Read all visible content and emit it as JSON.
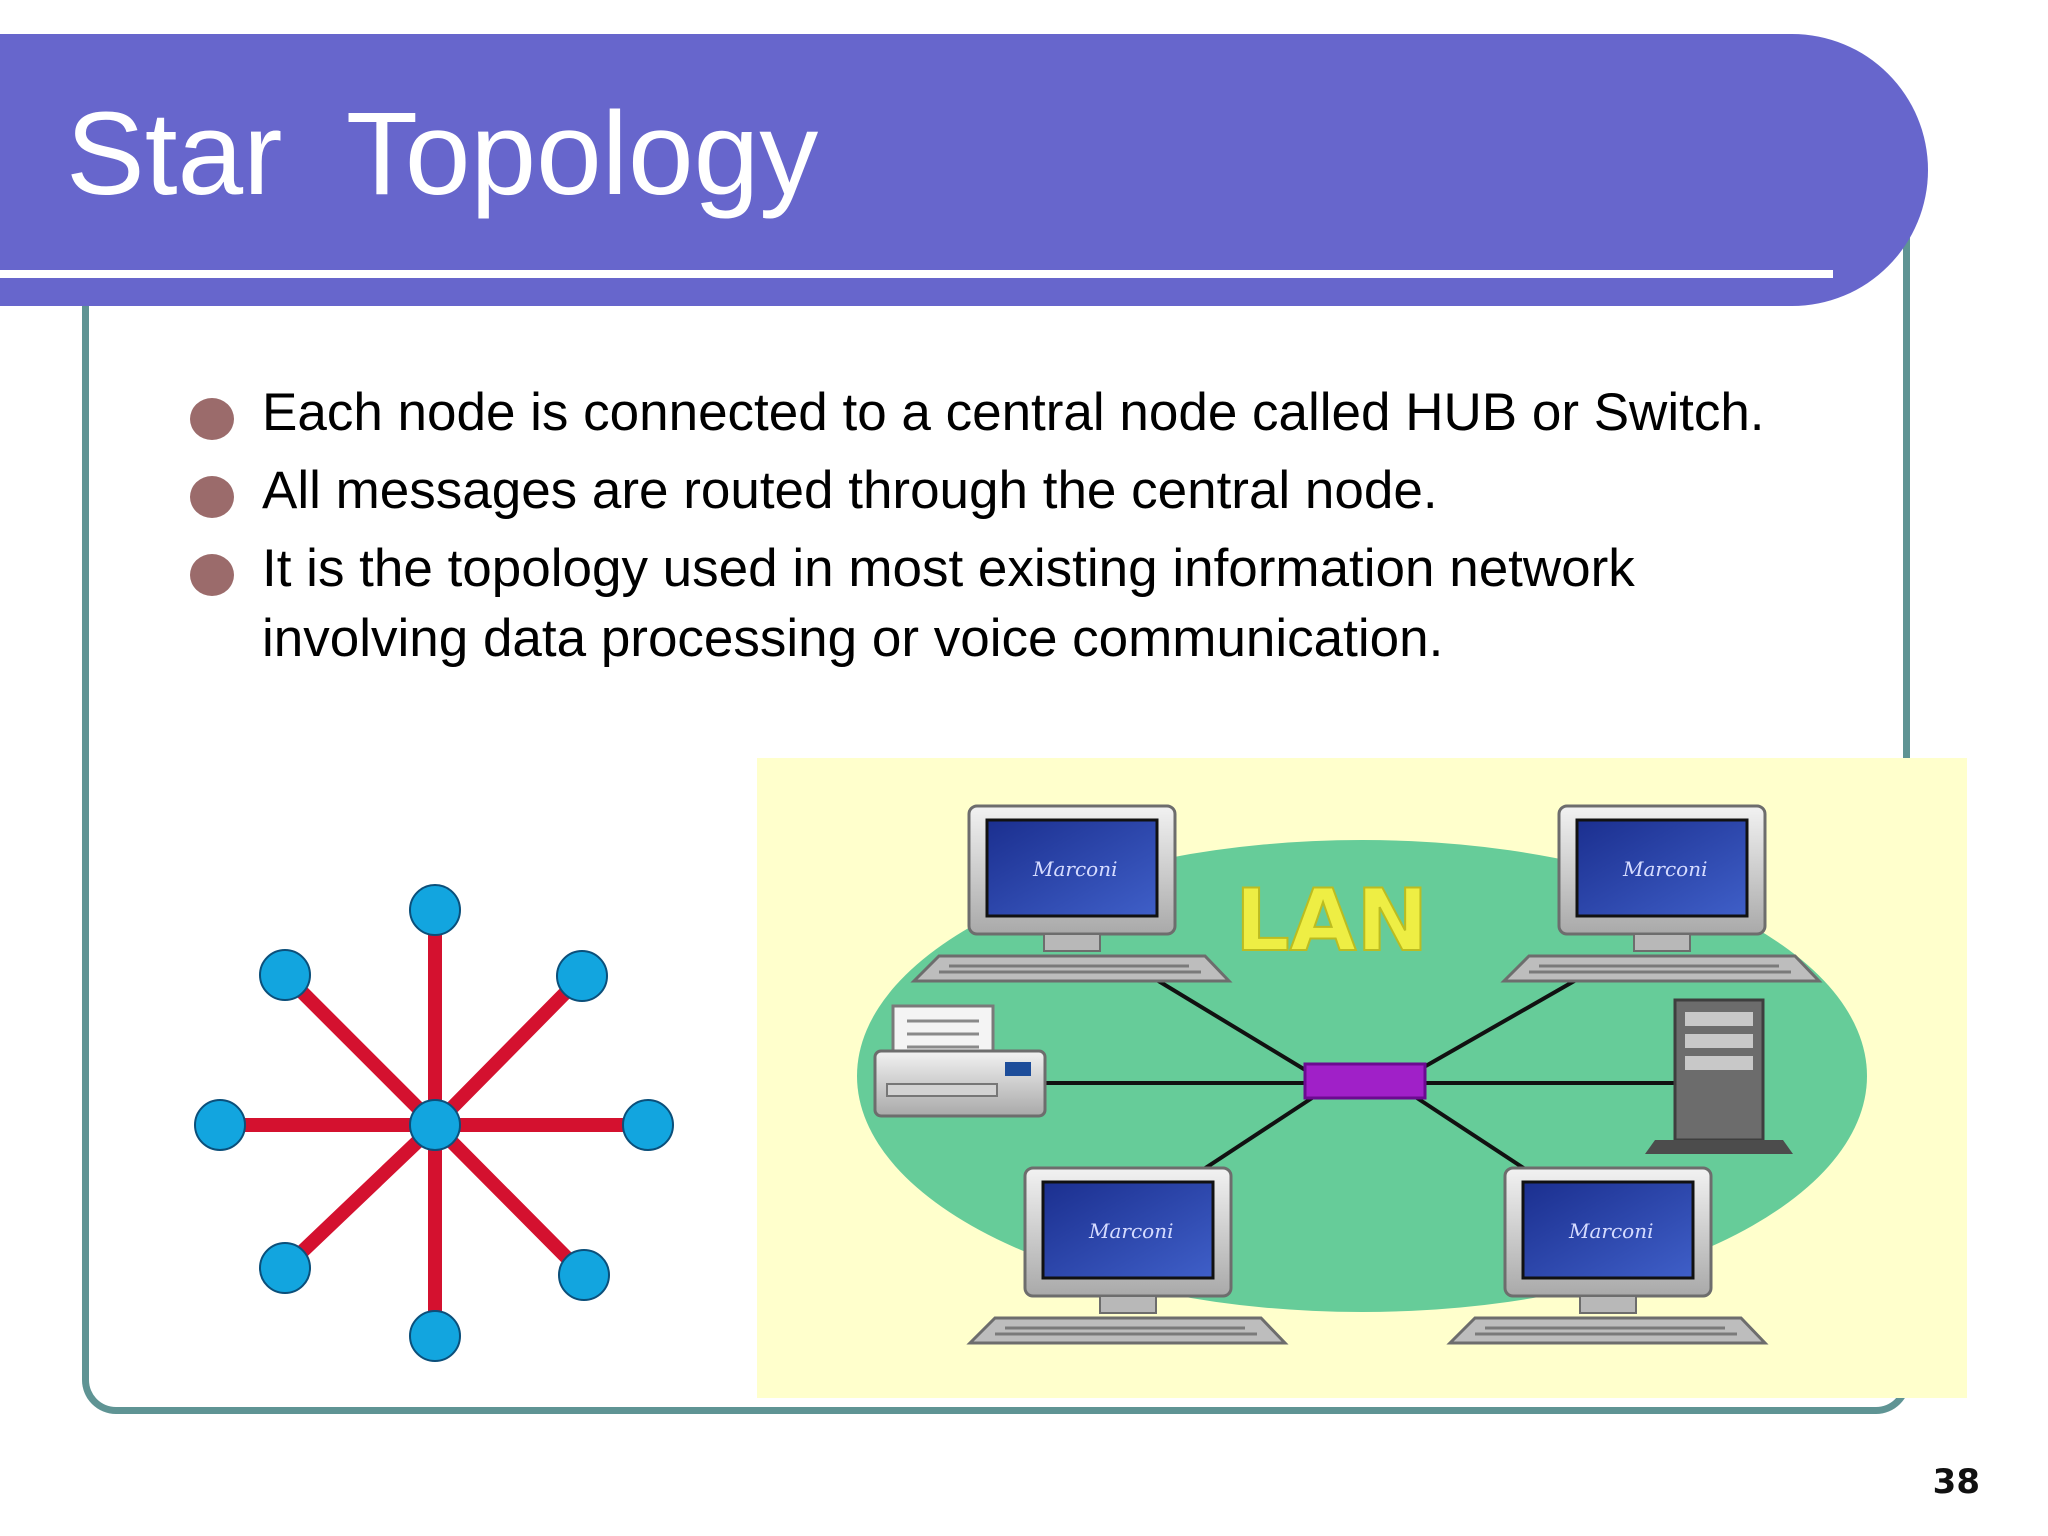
{
  "slide": {
    "title": "Star  Topology",
    "bullets": [
      "Each node is connected to a central node called HUB  or Switch.",
      "All messages are routed through the central node.",
      "It is the topology used in most existing information network involving data processing or voice communication."
    ],
    "page_number": "38"
  },
  "lan_diagram": {
    "label": "LAN",
    "monitor_logo": "Marconi",
    "devices": [
      "computer",
      "computer",
      "printer",
      "hub",
      "server",
      "computer",
      "computer"
    ]
  },
  "colors": {
    "title_bar": "#6766cc",
    "frame": "#5f9494",
    "bullet": "#9b6b6b",
    "star_link": "#d4112f",
    "star_node": "#12a5df",
    "lan_bg": "#ffffcc",
    "lan_ellipse": "#66cc99",
    "lan_label": "#eeee44",
    "hub": "#a020c8"
  }
}
